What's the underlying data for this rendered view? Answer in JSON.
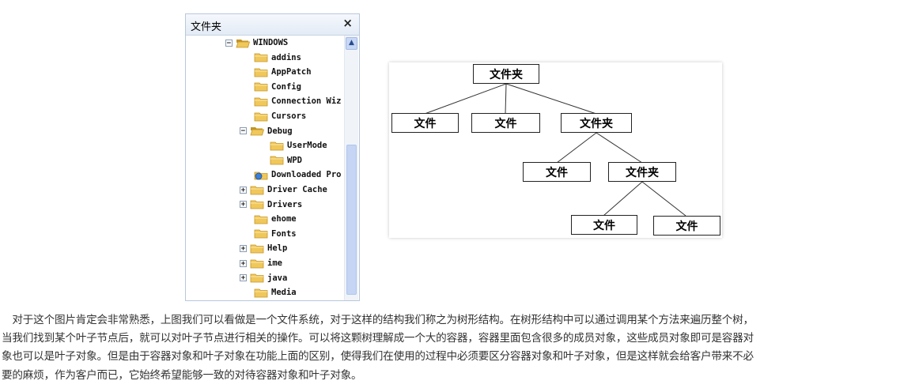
{
  "explorer": {
    "title": "文件夹",
    "close_glyph": "×",
    "items": [
      {
        "label": "WINDOWS",
        "expander": "⊟",
        "icon": "folder-open-icon"
      },
      {
        "label": "addins",
        "icon": "folder-icon"
      },
      {
        "label": "AppPatch",
        "icon": "folder-icon"
      },
      {
        "label": "Config",
        "icon": "folder-icon"
      },
      {
        "label": "Connection Wiz",
        "icon": "folder-icon"
      },
      {
        "label": "Cursors",
        "icon": "folder-icon"
      },
      {
        "label": "Debug",
        "expander": "⊟",
        "icon": "folder-open-icon"
      },
      {
        "label": "UserMode",
        "icon": "folder-icon"
      },
      {
        "label": "WPD",
        "icon": "folder-icon"
      },
      {
        "label": "Downloaded Pro",
        "icon": "special-folder-icon"
      },
      {
        "label": "Driver Cache",
        "expander": "⊞",
        "icon": "folder-icon"
      },
      {
        "label": "Drivers",
        "expander": "⊞",
        "icon": "folder-icon"
      },
      {
        "label": "ehome",
        "icon": "folder-icon"
      },
      {
        "label": "Fonts",
        "icon": "folder-icon"
      },
      {
        "label": "Help",
        "expander": "⊞",
        "icon": "folder-icon"
      },
      {
        "label": "ime",
        "expander": "⊞",
        "icon": "folder-icon"
      },
      {
        "label": "java",
        "expander": "⊞",
        "icon": "folder-icon"
      },
      {
        "label": "Media",
        "icon": "folder-icon"
      }
    ]
  },
  "diagram": {
    "root": "文件夹",
    "level1": [
      "文件",
      "文件",
      "文件夹"
    ],
    "level2": [
      "文件",
      "文件夹"
    ],
    "level3": [
      "文件",
      "文件"
    ]
  },
  "paragraph": {
    "lines": [
      "　对于这个图片肯定会非常熟悉，上图我们可以看做是一个文件系统，对于这样的结构我们称之为树形结构。在树形结构中可以通过调用某个方法来遍历整个树，",
      "当我们找到某个叶子节点后，就可以对叶子节点进行相关的操作。可以将这颗树理解成一个大的容器，容器里面包含很多的成员对象，这些成员对象即可是容器对",
      "象也可以是叶子对象。但是由于容器对象和叶子对象在功能上面的区别，使得我们在使用的过程中必须要区分容器对象和叶子对象，但是这样就会给客户带来不必",
      "要的麻烦，作为客户而已，它始终希望能够一致的对待容器对象和叶子对象。"
    ]
  },
  "colors": {
    "folder": "#f0c75a",
    "folder_edge": "#c39527",
    "scroll": "#c5d5f3"
  }
}
